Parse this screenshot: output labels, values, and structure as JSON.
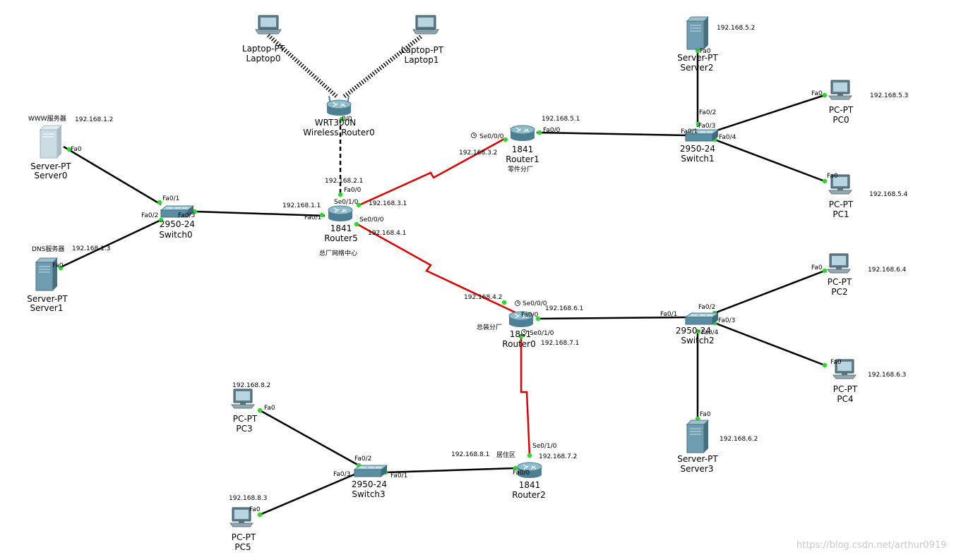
{
  "devices": {
    "laptop0": {
      "model": "Laptop-PT",
      "name": "Laptop0"
    },
    "laptop1": {
      "model": "Laptop-PT",
      "name": "Laptop1"
    },
    "wrouter0": {
      "model": "WRT300N",
      "name": "Wireless Router0"
    },
    "server0": {
      "model": "Server-PT",
      "name": "Server0"
    },
    "server1": {
      "model": "Server-PT",
      "name": "Server1"
    },
    "switch0": {
      "model": "2950-24",
      "name": "Switch0"
    },
    "router5": {
      "model": "1841",
      "name": "Router5"
    },
    "router1": {
      "model": "1841",
      "name": "Router1"
    },
    "server2": {
      "model": "Server-PT",
      "name": "Server2"
    },
    "switch1": {
      "model": "2950-24",
      "name": "Switch1"
    },
    "pc0": {
      "model": "PC-PT",
      "name": "PC0"
    },
    "pc1": {
      "model": "PC-PT",
      "name": "PC1"
    },
    "router0": {
      "model": "1841",
      "name": "Router0"
    },
    "switch2": {
      "model": "2950-24",
      "name": "Switch2"
    },
    "pc2": {
      "model": "PC-PT",
      "name": "PC2"
    },
    "pc4": {
      "model": "PC-PT",
      "name": "PC4"
    },
    "server3": {
      "model": "Server-PT",
      "name": "Server3"
    },
    "router2": {
      "model": "1841",
      "name": "Router2"
    },
    "switch3": {
      "model": "2950-24",
      "name": "Switch3"
    },
    "pc3": {
      "model": "PC-PT",
      "name": "PC3"
    },
    "pc5": {
      "model": "PC-PT",
      "name": "PC5"
    }
  },
  "notes": {
    "www": "WWW服务器",
    "dns": "DNS服务器",
    "hq": "总厂网络中心",
    "parts": "零件分厂",
    "assembly": "总装分厂",
    "residential": "居住区"
  },
  "ips": {
    "server0": "192.168.1.2",
    "server1": "192.168.1.3",
    "r5_fa01": "192.168.1.1",
    "r5_fa00": "192.168.2.1",
    "r5_se010": "192.168.3.1",
    "r5_se000": "192.168.4.1",
    "r1_se000": "192.168.3.2",
    "r1_fa00": "192.168.5.1",
    "server2": "192.168.5.2",
    "pc0": "192.168.5.3",
    "pc1": "192.168.5.4",
    "r0_se000": "192.168.4.2",
    "r0_fa00": "192.168.6.1",
    "r0_se010": "192.168.7.1",
    "pc2": "192.168.6.4",
    "pc4": "192.168.6.3",
    "server3": "192.168.6.2",
    "r2_se010": "192.168.7.2",
    "r2_fa00": "192.168.8.1",
    "pc3": "192.168.8.2",
    "pc5": "192.168.8.3"
  },
  "ports": {
    "fa0": "Fa0",
    "fa00": "Fa0/0",
    "fa01": "Fa0/1",
    "fa02": "Fa0/2",
    "fa03": "Fa0/3",
    "fa04": "Fa0/4",
    "se000": "Se0/0/0",
    "se010": "Se0/1/0",
    "w00": "0/0"
  },
  "watermark": "https://blog.csdn.net/arthur0919",
  "colors": {
    "ethernet": "#000000",
    "serial": "#e00000",
    "link_up": "#22dd22",
    "device_body": "#6b9fb5"
  }
}
